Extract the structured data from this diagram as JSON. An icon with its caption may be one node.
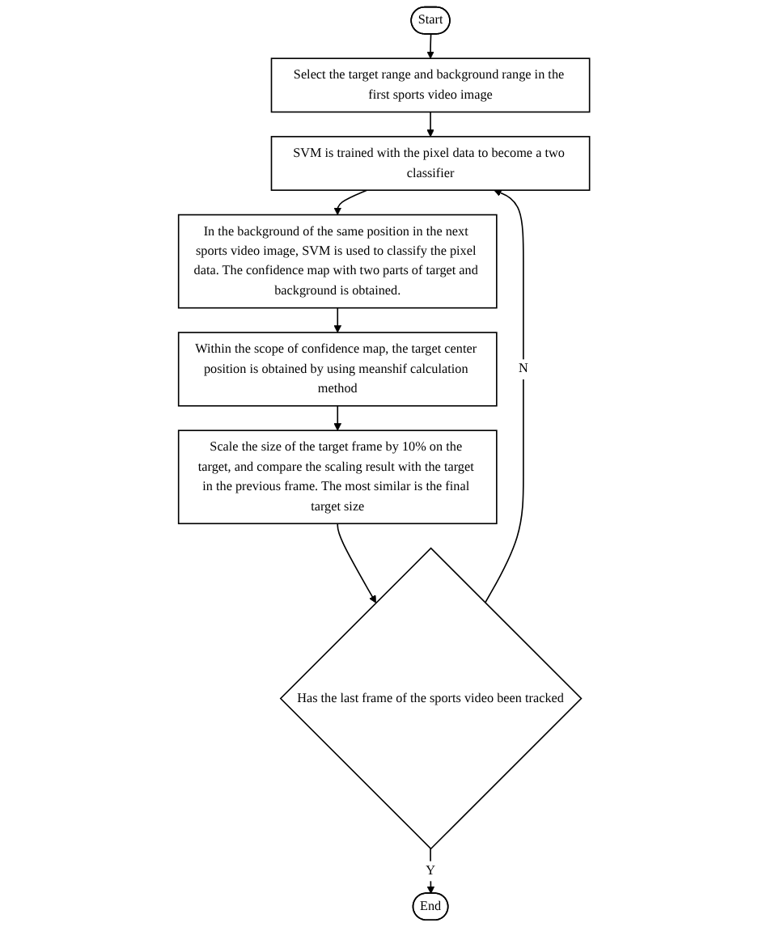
{
  "diagram": {
    "nodes": [
      {
        "text": [
          "Start"
        ]
      },
      {
        "text": [
          "Select the target range and background range in the first sports video image"
        ]
      },
      {
        "text": [
          "SVM is trained with the pixel data to become a two classifier"
        ]
      },
      {
        "text": [
          "In the background of the same position in the next sports video image, SVM is used to classify the pixel data. The confidence map with two parts of target and background is obtained."
        ]
      },
      {
        "text": [
          "Within the scope of confidence map, the target center position is obtained by using meanshif calculation method"
        ]
      },
      {
        "text": [
          "Scale the size of the target frame by 10% on the target, and compare the scaling result with the target in the previous frame. The most similar is the final target size"
        ]
      },
      {
        "text": [
          "Has the last frame of the sports video been tracked"
        ]
      },
      {
        "text": [
          "End"
        ]
      }
    ],
    "edges": [
      {
        "from": 0,
        "to": 1,
        "arrow": "to"
      },
      {
        "from": 1,
        "to": 2,
        "arrow": "to"
      },
      {
        "from": 2,
        "to": 3,
        "arrow": "to"
      },
      {
        "from": 3,
        "to": 4,
        "arrow": "to"
      },
      {
        "from": 4,
        "to": 5,
        "arrow": "to"
      },
      {
        "from": 5,
        "to": 6,
        "arrow": "to"
      },
      {
        "from": 6,
        "to": 2,
        "arrow": "to",
        "label": "N"
      },
      {
        "from": 6,
        "to": 7,
        "arrow": "to",
        "label": "Y"
      }
    ]
  }
}
